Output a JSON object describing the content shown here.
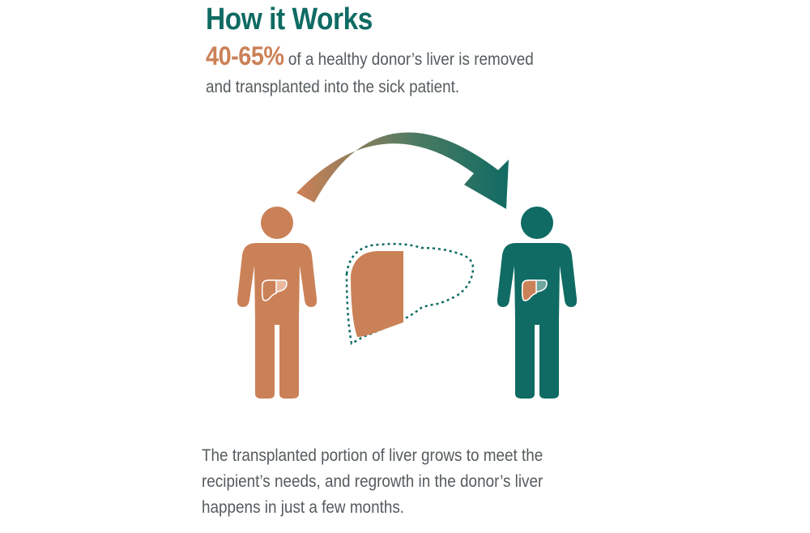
{
  "header": {
    "title": "How it Works",
    "highlight": "40-65%",
    "intro_line1": " of a healthy donor’s liver is removed",
    "intro_line2": "and transplanted into the sick patient."
  },
  "caption": {
    "line1": "The transplanted portion of liver grows to meet the",
    "line2": "recipient’s needs, and regrowth in the donor’s liver",
    "line3": "happens in just a few months."
  },
  "colors": {
    "donor": "#cb8157",
    "recipient": "#0f6b63",
    "text": "#555b5e",
    "liver_remaining_donor": "#e9b99e",
    "liver_new_recipient": "#6fa7a0"
  },
  "icons": [
    "donor-figure-icon",
    "recipient-figure-icon",
    "liver-icon",
    "curved-arrow-icon"
  ]
}
